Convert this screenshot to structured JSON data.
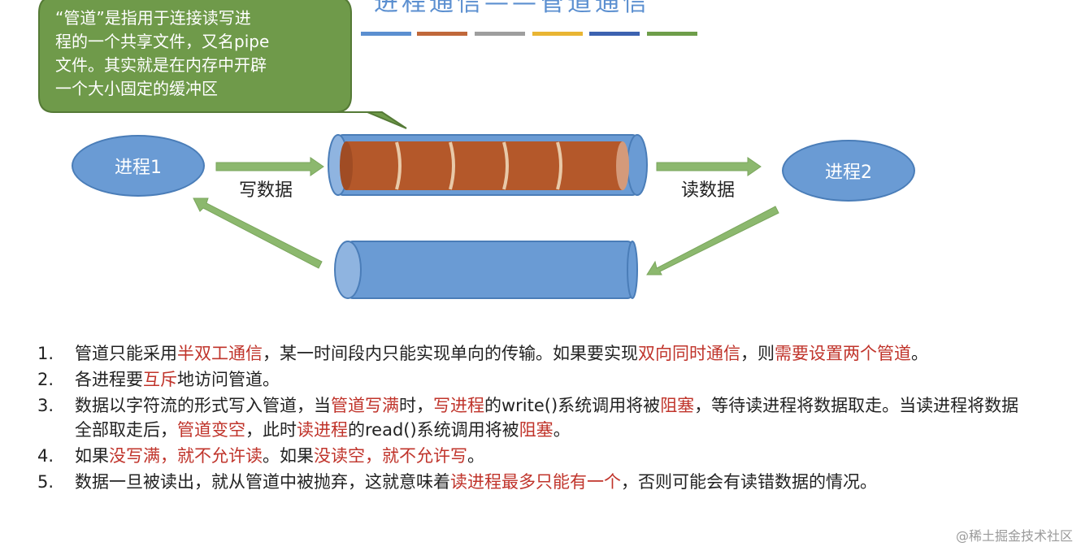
{
  "title": "进程通信——管道通信",
  "title_bar_colors": [
    "#5b8fd0",
    "#c0683a",
    "#9e9e9e",
    "#e9b533",
    "#3c62b0",
    "#6e9e4a"
  ],
  "callout": {
    "lines": [
      "“管道”是指用于连接读写进",
      "程的一个共享文件，又名pipe",
      "文件。其实就是在内存中开辟",
      "一个大小固定的缓冲区"
    ],
    "fill": "#6f9a4a"
  },
  "process1": "进程1",
  "process2": "进程2",
  "write_label": "写数据",
  "read_label": "读数据",
  "colors": {
    "pipe_blue": "#6a9bd4",
    "pipe_data": "#b4582a",
    "arrow_green": "#8cb86e",
    "highlight_red": "#c0342b"
  },
  "notes": [
    {
      "num": "1.",
      "parts": [
        {
          "t": "管道只能采用",
          "h": false
        },
        {
          "t": "半双工通信",
          "h": true
        },
        {
          "t": "，某一时间段内只能实现单向的传输。如果要实现",
          "h": false
        },
        {
          "t": "双向同时通信",
          "h": true
        },
        {
          "t": "，则",
          "h": false
        },
        {
          "t": "需要设置两个管道",
          "h": true
        },
        {
          "t": "。",
          "h": false
        }
      ]
    },
    {
      "num": "2.",
      "parts": [
        {
          "t": "各进程要",
          "h": false
        },
        {
          "t": "互斥",
          "h": true
        },
        {
          "t": "地访问管道。",
          "h": false
        }
      ]
    },
    {
      "num": "3.",
      "parts": [
        {
          "t": "数据以字符流的形式写入管道，当",
          "h": false
        },
        {
          "t": "管道写满",
          "h": true
        },
        {
          "t": "时，",
          "h": false
        },
        {
          "t": "写进程",
          "h": true
        },
        {
          "t": "的write()系统调用将被",
          "h": false
        },
        {
          "t": "阻塞",
          "h": true
        },
        {
          "t": "，等待读进程将数据取走。当读进程将数据全部取走后，",
          "h": false
        },
        {
          "t": "管道变空",
          "h": true
        },
        {
          "t": "，此时",
          "h": false
        },
        {
          "t": "读进程",
          "h": true
        },
        {
          "t": "的read()系统调用将被",
          "h": false
        },
        {
          "t": "阻塞",
          "h": true
        },
        {
          "t": "。",
          "h": false
        }
      ]
    },
    {
      "num": "4.",
      "parts": [
        {
          "t": "如果",
          "h": false
        },
        {
          "t": "没写满，就不允许读",
          "h": true
        },
        {
          "t": "。如果",
          "h": false
        },
        {
          "t": "没读空，就不允许写",
          "h": true
        },
        {
          "t": "。",
          "h": false
        }
      ]
    },
    {
      "num": "5.",
      "parts": [
        {
          "t": "数据一旦被读出，就从管道中被抛弃，这就意味着",
          "h": false
        },
        {
          "t": "读进程最多只能有一个",
          "h": true
        },
        {
          "t": "，否则可能会有读错数据的情况。",
          "h": false
        }
      ]
    }
  ],
  "watermark": "@稀土掘金技术社区"
}
